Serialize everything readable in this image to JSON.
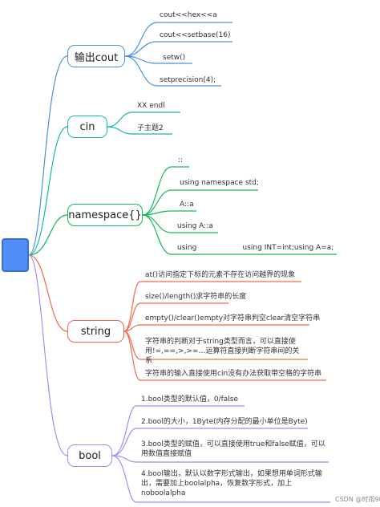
{
  "root": {
    "label": ""
  },
  "branches": [
    {
      "id": "cout",
      "label": "输出cout",
      "color": "#4a90e2",
      "leaves": [
        "cout<<hex<<a",
        "cout<<setbase(16)",
        "setw()",
        "setprecision(4);"
      ]
    },
    {
      "id": "cin",
      "label": "cin",
      "color": "#14b8a6",
      "leaves": [
        "XX   endl",
        "子主题2"
      ]
    },
    {
      "id": "namespace",
      "label": "namespace{}",
      "color": "#16b85a",
      "leaves": [
        "::",
        "using namespace std;",
        "A::a",
        "using A::a",
        "using                    using INT=int;using A=a;"
      ]
    },
    {
      "id": "string",
      "label": "string",
      "color": "#ef6a4a",
      "leaves": [
        "at()访问指定下标的元素不存在访问越界的现象",
        "size()/length()求字符串的长度",
        "empty()/clear()empty对字符串判空clear清空字符串",
        "字符串的判断对于string类型而言，可以直接使用!=,==,>,>=…运算符直接判断字符串间的关系",
        "字符串的输入直接使用cin没有办法获取带空格的字符串"
      ]
    },
    {
      "id": "bool",
      "label": "bool",
      "color": "#a78bfa",
      "leaves": [
        "1.bool类型的默认值，0/false",
        "2.bool的大小，1Byte(内存分配的最小单位是Byte)",
        "3.bool类型的赋值，可以直接使用true和false赋值，可以用数值直接赋值",
        "4.bool输出，默认以数字形式输出，如果想用单词形式输出，需要加上boolalpha，恢复数字形式，加上noboolalpha"
      ]
    }
  ],
  "watermark": "CSDN @时雨90"
}
